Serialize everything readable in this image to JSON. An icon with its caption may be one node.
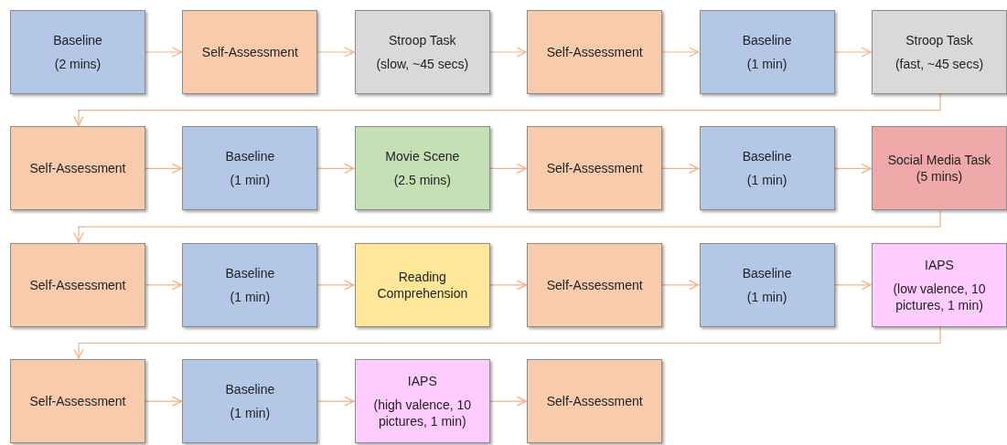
{
  "diagram": {
    "nodes": [
      {
        "text": [
          "Baseline",
          "(2 mins)"
        ]
      },
      {
        "text": [
          "Self-Assessment"
        ]
      },
      {
        "text": [
          "Stroop Task",
          "(slow, ~45 secs)"
        ]
      },
      {
        "text": [
          "Self-Assessment"
        ]
      },
      {
        "text": [
          "Baseline",
          "(1 min)"
        ]
      },
      {
        "text": [
          "Stroop Task",
          "(fast, ~45 secs)"
        ]
      },
      {
        "text": [
          "Self-Assessment"
        ]
      },
      {
        "text": [
          "Baseline",
          "(1 min)"
        ]
      },
      {
        "text": [
          "Movie Scene",
          "(2.5 mins)"
        ]
      },
      {
        "text": [
          "Self-Assessment"
        ]
      },
      {
        "text": [
          "Baseline",
          "(1 min)"
        ]
      },
      {
        "text": [
          "Social Media Task (5 mins)"
        ]
      },
      {
        "text": [
          "Self-Assessment"
        ]
      },
      {
        "text": [
          "Baseline",
          "(1 min)"
        ]
      },
      {
        "text": [
          "Reading Comprehension"
        ]
      },
      {
        "text": [
          "Self-Assessment"
        ]
      },
      {
        "text": [
          "Baseline",
          "(1 min)"
        ]
      },
      {
        "text": [
          "IAPS",
          "(low valence, 10 pictures, 1 min)"
        ]
      },
      {
        "text": [
          "Self-Assessment"
        ]
      },
      {
        "text": [
          "Baseline",
          "(1 min)"
        ]
      },
      {
        "text": [
          "IAPS",
          "(high valence, 10 pictures, 1 min)"
        ]
      },
      {
        "text": [
          "Self-Assessment"
        ]
      }
    ],
    "edges": [
      {
        "from": 0,
        "to": 1,
        "arrow": "to"
      },
      {
        "from": 1,
        "to": 2,
        "arrow": "to"
      },
      {
        "from": 2,
        "to": 3,
        "arrow": "to"
      },
      {
        "from": 3,
        "to": 4,
        "arrow": "to"
      },
      {
        "from": 4,
        "to": 5,
        "arrow": "to"
      },
      {
        "from": 5,
        "to": 6,
        "arrow": "to"
      },
      {
        "from": 6,
        "to": 7,
        "arrow": "to"
      },
      {
        "from": 7,
        "to": 8,
        "arrow": "to"
      },
      {
        "from": 8,
        "to": 9,
        "arrow": "to"
      },
      {
        "from": 9,
        "to": 10,
        "arrow": "to"
      },
      {
        "from": 10,
        "to": 11,
        "arrow": "to"
      },
      {
        "from": 11,
        "to": 12,
        "arrow": "to"
      },
      {
        "from": 12,
        "to": 13,
        "arrow": "to"
      },
      {
        "from": 13,
        "to": 14,
        "arrow": "to"
      },
      {
        "from": 14,
        "to": 15,
        "arrow": "to"
      },
      {
        "from": 15,
        "to": 16,
        "arrow": "to"
      },
      {
        "from": 16,
        "to": 17,
        "arrow": "to"
      },
      {
        "from": 17,
        "to": 18,
        "arrow": "to"
      },
      {
        "from": 18,
        "to": 19,
        "arrow": "to"
      },
      {
        "from": 19,
        "to": 20,
        "arrow": "to"
      },
      {
        "from": 20,
        "to": 21,
        "arrow": "to"
      }
    ]
  }
}
